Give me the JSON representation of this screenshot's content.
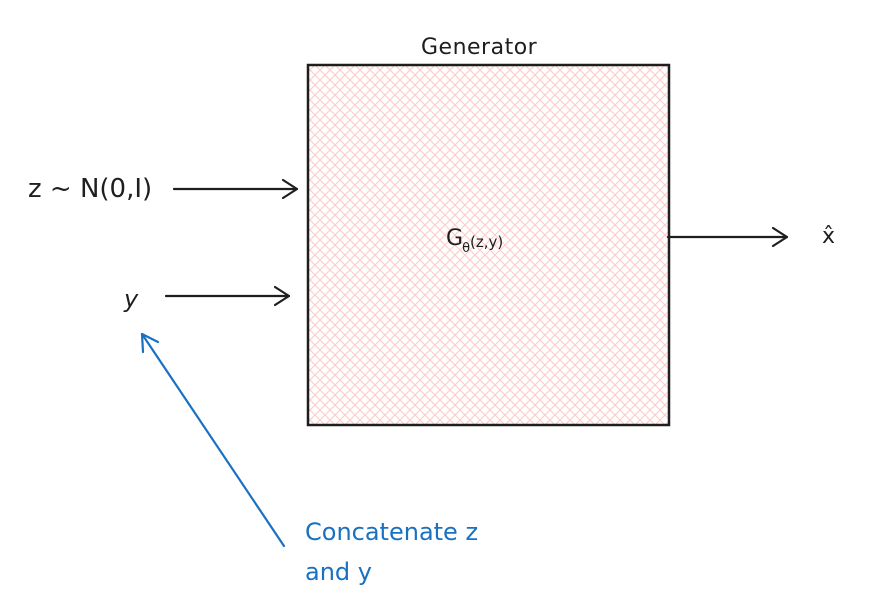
{
  "colors": {
    "stroke": "#1e1e1e",
    "box_hatch": "#ffc9c9",
    "annotation": "#1971c2",
    "background": "#ffffff"
  },
  "generator": {
    "title": "Generator",
    "function_main": "G",
    "function_sub": "θ",
    "function_args": "(z,y)"
  },
  "inputs": {
    "z_label": "z ~ N(0,I)",
    "y_label": "y"
  },
  "output": {
    "label": "x̂"
  },
  "annotation": {
    "line1": "Concatenate z",
    "line2": "and y"
  }
}
